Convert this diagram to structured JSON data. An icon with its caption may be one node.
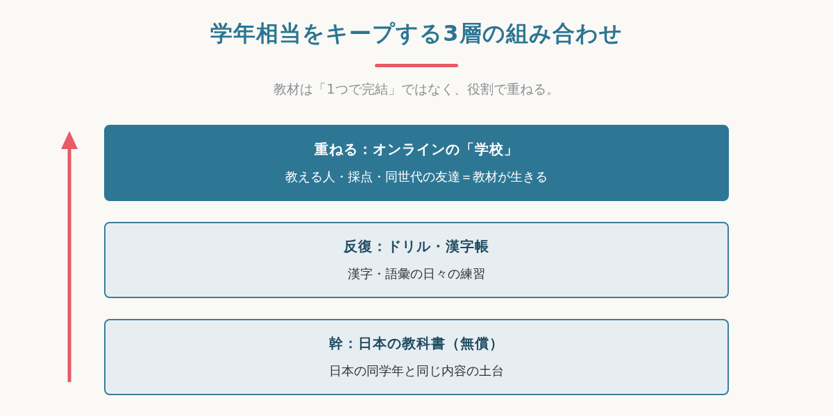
{
  "diagram": {
    "title": "学年相当をキープする3層の組み合わせ",
    "nodes": [
      {
        "text": [
          "重ねる：オンラインの「学校」",
          "教える人・採点・同世代の友達＝教材が生きる"
        ]
      },
      {
        "text": [
          "反復：ドリル・漢字帳",
          "漢字・語彙の日々の練習"
        ]
      },
      {
        "text": [
          "幹：日本の教科書（無償）",
          "日本の同学年と同じ内容の土台"
        ]
      }
    ],
    "labels": [
      "教材は「1つで完結」ではなく、役割で重ねる。"
    ]
  }
}
